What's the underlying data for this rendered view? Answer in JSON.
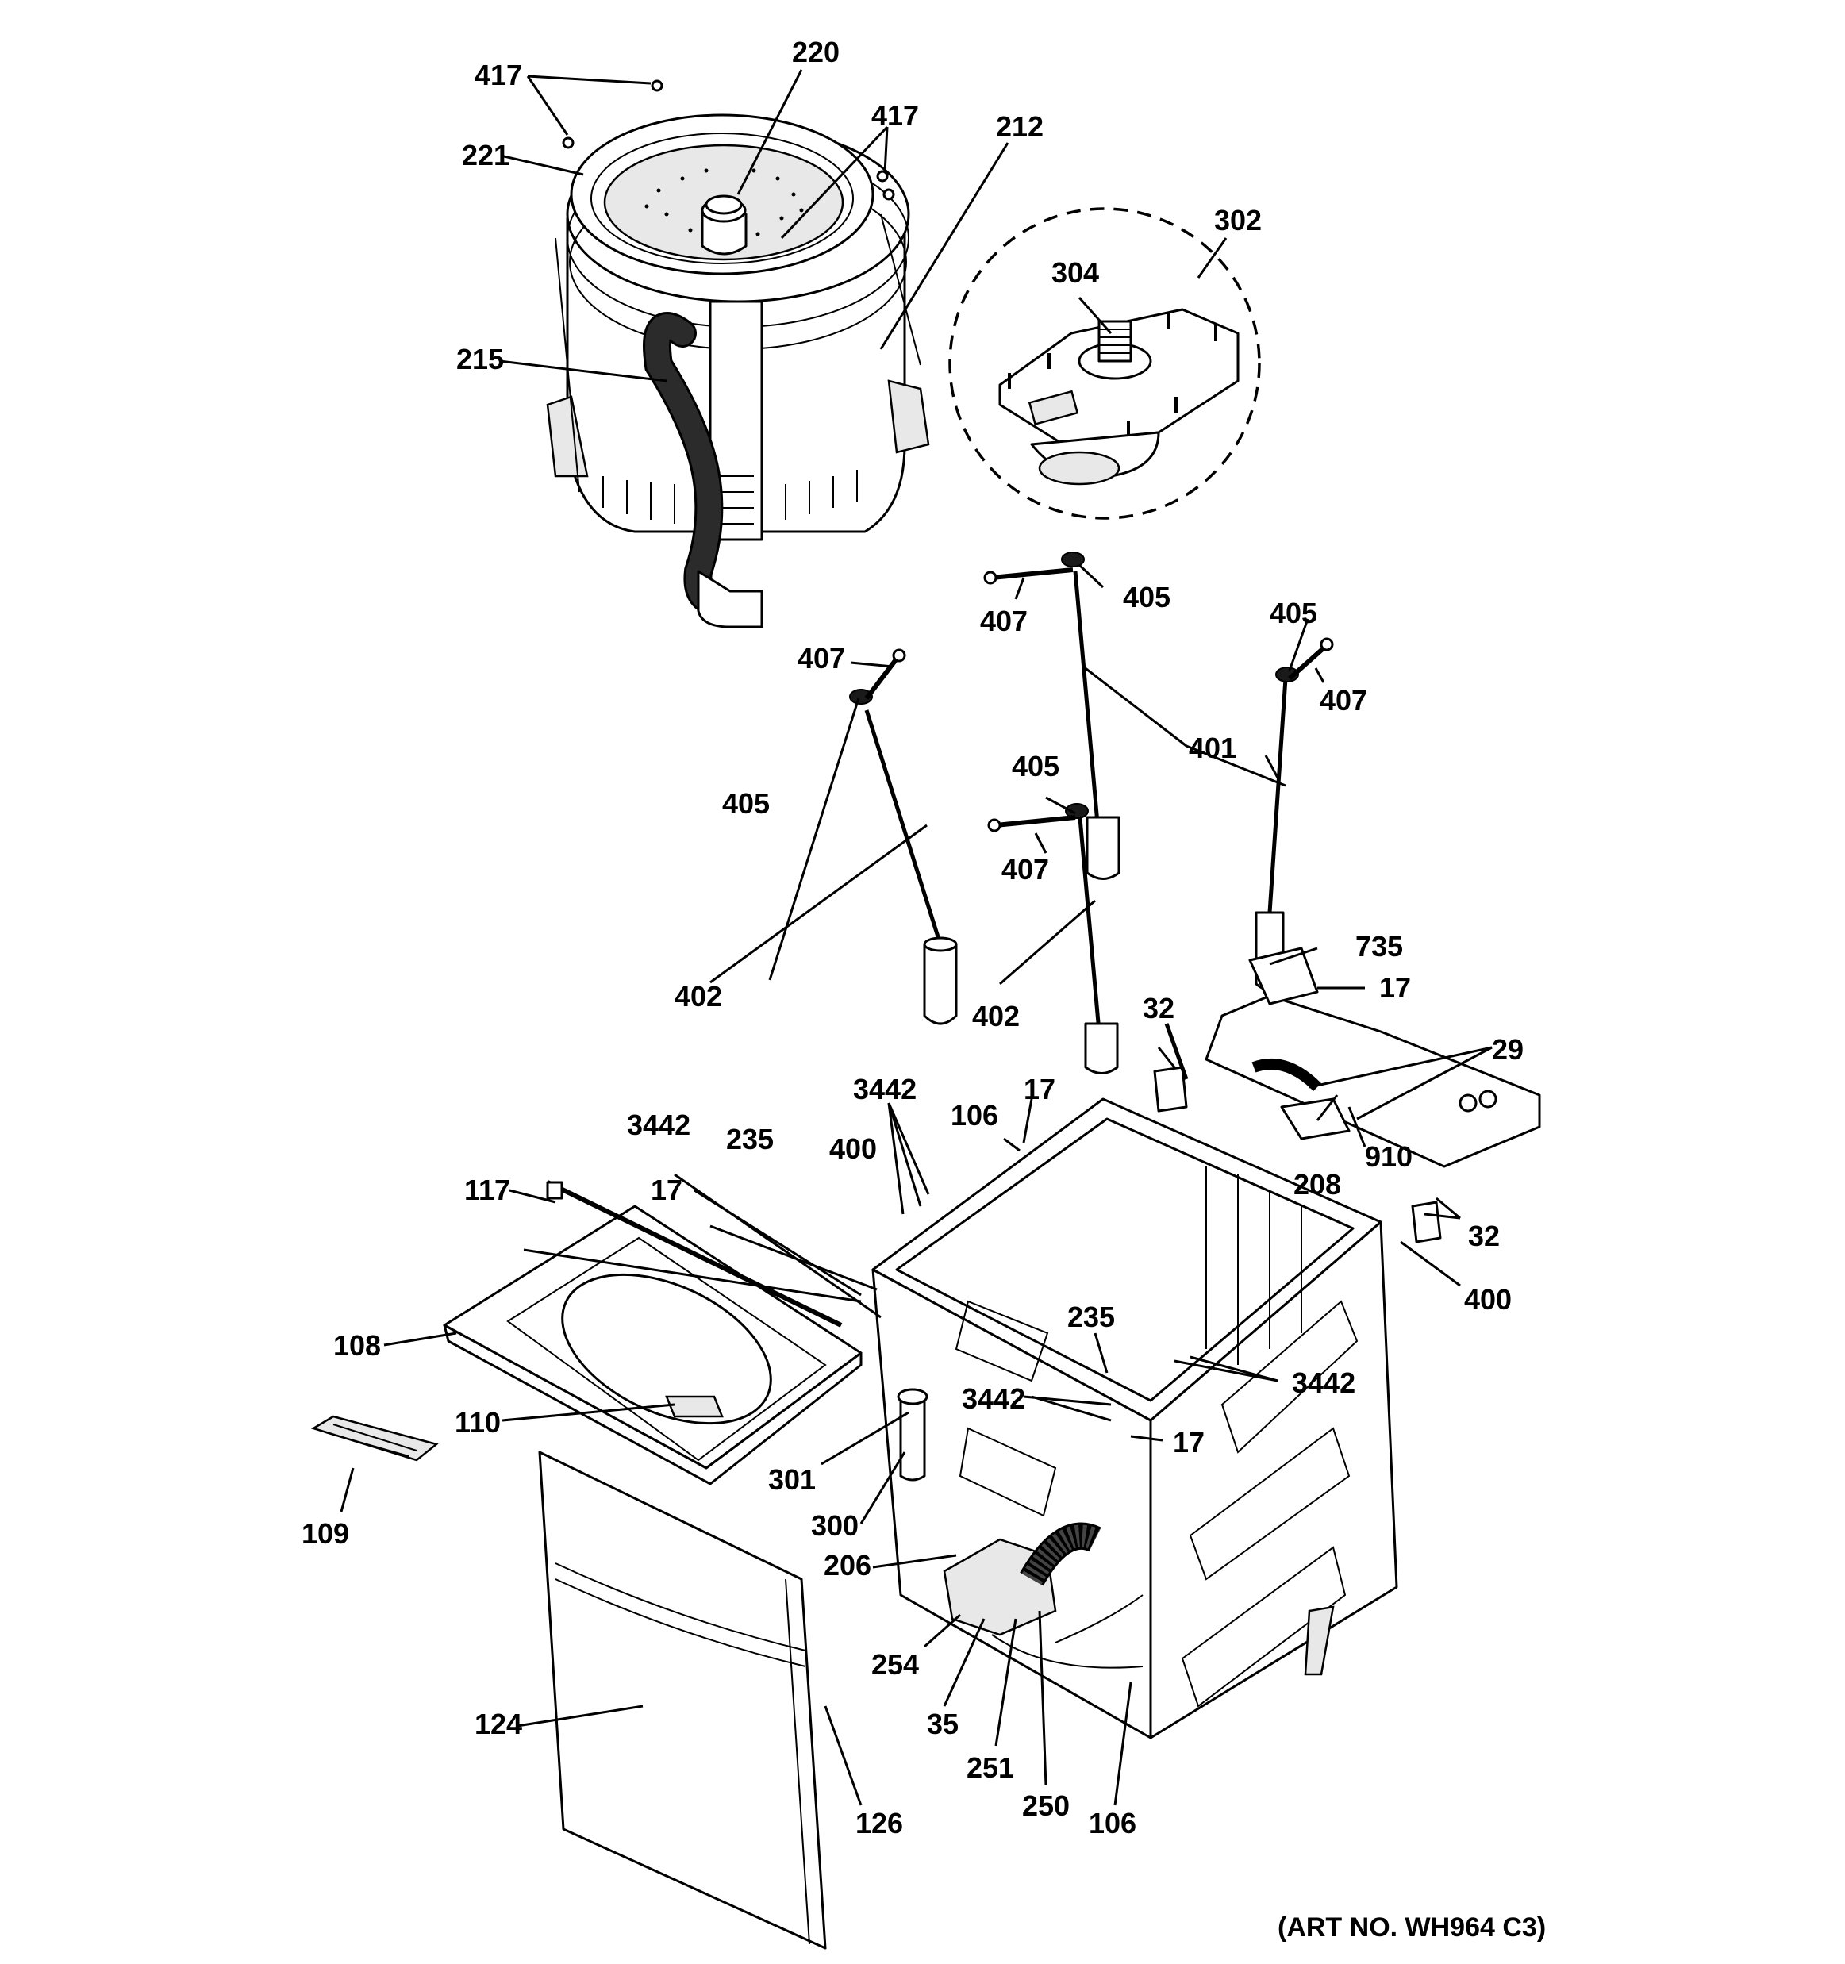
{
  "callouts": {
    "c417a": "417",
    "c220": "220",
    "c417b": "417",
    "c212": "212",
    "c221": "221",
    "c302": "302",
    "c304": "304",
    "c215": "215",
    "c405a": "405",
    "c407a": "407",
    "c405b": "405",
    "c407b": "407",
    "c407c": "407",
    "c401": "401",
    "c405c": "405",
    "c405d": "405",
    "c407d": "407",
    "c402a": "402",
    "c402b": "402",
    "c735": "735",
    "c17a": "17",
    "c32a": "32",
    "c29": "29",
    "c3442a": "3442",
    "c17b": "17",
    "c3442b": "3442",
    "c106a": "106",
    "c235a": "235",
    "c400a": "400",
    "c910": "910",
    "c208": "208",
    "c117": "117",
    "c17c": "17",
    "c32b": "32",
    "c400b": "400",
    "c235b": "235",
    "c108": "108",
    "c3442c": "3442",
    "c3442d": "3442",
    "c110": "110",
    "c17d": "17",
    "c301": "301",
    "c300": "300",
    "c109": "109",
    "c206": "206",
    "c254": "254",
    "c124": "124",
    "c35": "35",
    "c251": "251",
    "c126": "126",
    "c250": "250",
    "c106b": "106"
  },
  "art_number": "(ART NO. WH964 C3)"
}
